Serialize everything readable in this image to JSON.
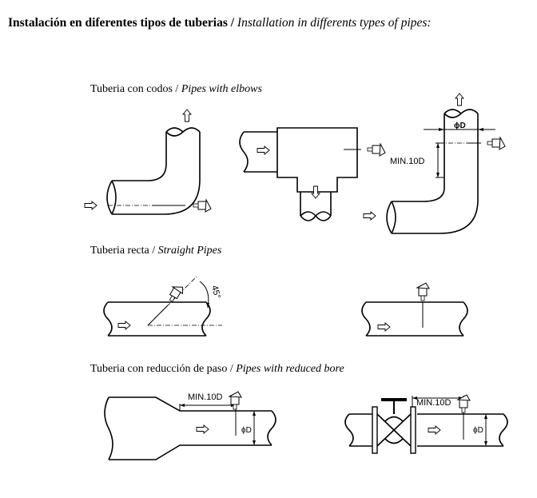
{
  "title": {
    "spanish": "Instalación en diferentes tipos de tuberias / ",
    "english": "Installation in differents types of pipes:"
  },
  "sections": [
    {
      "spanish": "Tuberia con codos / ",
      "english": "Pipes with elbows"
    },
    {
      "spanish": "Tuberia recta / ",
      "english": "Straight Pipes"
    },
    {
      "spanish": "Tuberia con reducción de paso / ",
      "english": " Pipes with reduced bore"
    }
  ],
  "annotations": {
    "min_distance": "MIN.10D",
    "diameter": "ϕD",
    "angle": "45°"
  }
}
